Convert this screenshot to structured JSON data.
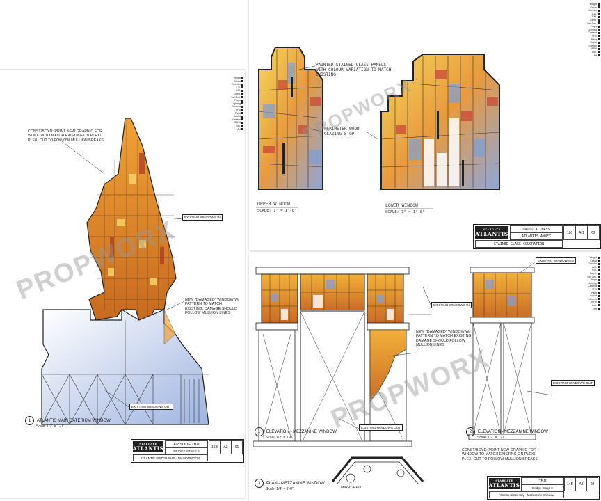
{
  "sheet_left": {
    "note_top": "CONST/BOYD: PRINT NEW GRAPHIC FOR WINDOW TO MATCH EXISTING ON PLEXI. PLEXI CUT TO FOLLOW MULLION BREAKS",
    "note_in": "EXISTING WINDOWS IN",
    "note_damaged": "NEW \"DAMAGED\" WINDOW w/ PATTERN TO MATCH EXISTING. DAMAGE SHOULD FOLLOW MULLION LINES",
    "note_out": "EXISTING WINDOWS OUT",
    "title_num": "1",
    "title": "ATLANTIS MAIN GATERIUM WINDOW",
    "scale": "Scale: 1/2\" = 1'-0\"",
    "tb_episode": "EPISODE TBD",
    "tb_set": "BRIDGE STAGE 6",
    "tb_desc": "ATLANTIS SISTER SHIP - MAIN WINDOW",
    "tb_num": "15B",
    "tb_size": "A3",
    "tb_rev": "01"
  },
  "sheet_top": {
    "note_panels": "PAINTED STAINED GLASS PANELS WITH COLOUR VARIATION TO MATCH EXISTING",
    "note_perimeter": "PERIMETER WOOD GLAZING STOP",
    "upper_label": "UPPER WINDOW",
    "upper_scale": "SCALE: 1\" = 1'-0\"",
    "lower_label": "LOWER WINDOW",
    "lower_scale": "SCALE: 1\" = 1'-0\"",
    "tb_title1": "CRITICAL MASS",
    "tb_title2": "ATLANTIS ANNEX",
    "tb_title3": "STAINED GLASS COLORATION",
    "tb_num": "186",
    "tb_size": "A-1",
    "tb_rev": "02"
  },
  "sheet_right": {
    "note_in_top": "EXISTING WINDOWS IN",
    "note_in_mid": "EXISTING WINDOWS IN",
    "note_damaged": "NEW \"DAMAGED\" WINDOW w/ PATTERN TO MATCH EXISTING. DAMAGE SHOULD FOLLOW MULLION LINES",
    "note_out_center": "EXISTING WINDOWS OUT",
    "note_out_right": "EXISTING WINDOWS OUT",
    "elev1_num": "1",
    "elev1_title": "ELEVATION - MEZZANINE WINDOW",
    "elev1_scale": "Scale: 1/2\" = 1'-0\"",
    "elev2_num": "2",
    "elev2_title": "ELEVATION - MEZZANINE WINDOW",
    "elev2_scale": "Scale: 1/2\" = 1'-0\"",
    "plan_num": "3",
    "plan_title": "PLAN - MEZZANINE WINDOW",
    "plan_scale": "Scale: 1/4\" = 1'-0\"",
    "mirrored": "MIRRORED",
    "note_const": "CONST/BOYD: PRINT NEW GRAPHIC FOR WINDOW TO MATCH EXISTING ON PLEXI. PLEXI CUT TO FOLLOW MULLION BREAKS",
    "tb_episode": "TBD",
    "tb_set": "Bridge Stage 6",
    "tb_desc": "Atlantis Sister City - Mezzanine Window",
    "tb_num": "14B",
    "tb_size": "A3",
    "tb_rev": "02"
  },
  "logo": {
    "line1": "STARGATE",
    "line2": "ATLANTIS"
  },
  "watermark": "PROPWORX",
  "legend": [
    "Wright",
    "Cesar",
    "Director",
    "A.D.",
    "P.M.",
    "Const.",
    "Set Dec.",
    "Props",
    "Lighting",
    "Camera",
    "VFX",
    "Paint",
    "Sculpt",
    "Greens",
    "SPFX",
    "Loc.",
    "Art"
  ],
  "colors": {
    "orange": "#e0862a",
    "amber": "#f2b134",
    "yellow": "#f4d860",
    "red": "#c9472c",
    "blue": "#8fa8d8",
    "lightblue": "#c6d3ee",
    "line": "#222222"
  }
}
